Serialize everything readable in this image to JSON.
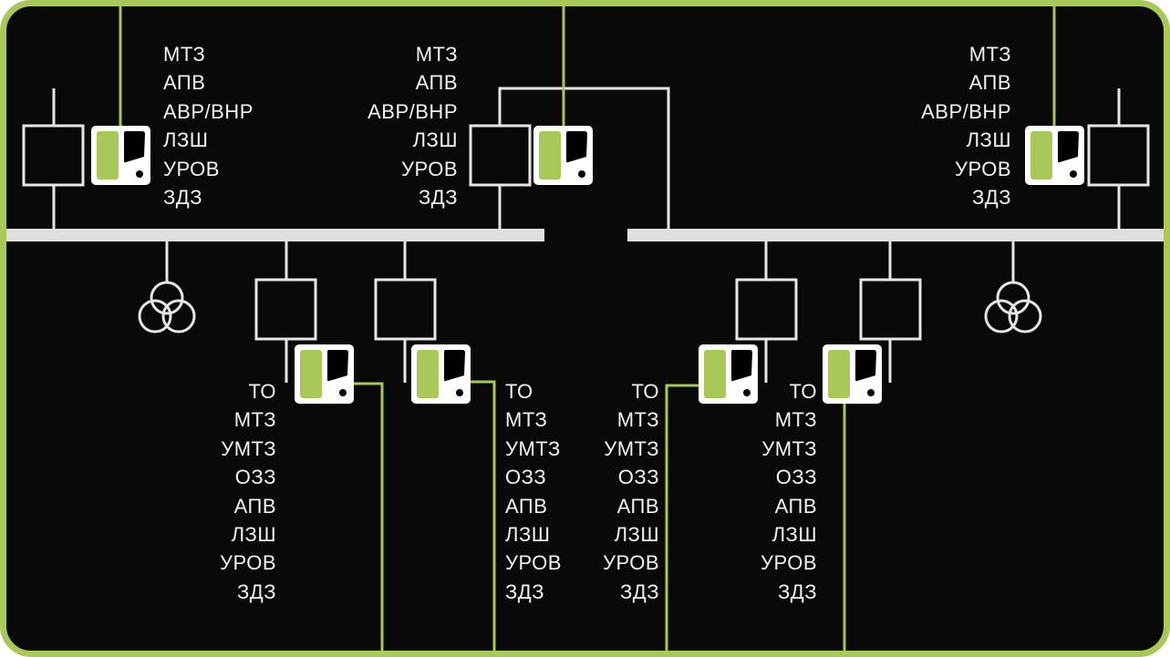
{
  "colors": {
    "frame": "#a8c957",
    "background": "#090909",
    "line": "#e6e6e6",
    "bus": "#dfdfdf",
    "device_body": "#ffffff",
    "device_accent": "#a8c957",
    "device_screen": "#000000",
    "signal_wire": "#a8c957"
  },
  "top_devices": [
    {
      "id": "input-1",
      "functions": [
        "МТЗ",
        "АПВ",
        "АВР/ВНР",
        "ЛЗШ",
        "УРОВ",
        "ЗДЗ"
      ]
    },
    {
      "id": "sectional",
      "functions": [
        "МТЗ",
        "АПВ",
        "АВР/ВНР",
        "ЛЗШ",
        "УРОВ",
        "ЗДЗ"
      ]
    },
    {
      "id": "input-2",
      "functions": [
        "МТЗ",
        "АПВ",
        "АВР/ВНР",
        "ЛЗШ",
        "УРОВ",
        "ЗДЗ"
      ]
    }
  ],
  "feeder_devices": [
    {
      "id": "feeder-1",
      "functions": [
        "ТО",
        "МТЗ",
        "УМТЗ",
        "ОЗЗ",
        "АПВ",
        "ЛЗШ",
        "УРОВ",
        "ЗДЗ"
      ]
    },
    {
      "id": "feeder-2",
      "functions": [
        "ТО",
        "МТЗ",
        "УМТЗ",
        "ОЗЗ",
        "АПВ",
        "ЛЗШ",
        "УРОВ",
        "ЗДЗ"
      ]
    },
    {
      "id": "feeder-3",
      "functions": [
        "ТО",
        "МТЗ",
        "УМТЗ",
        "ОЗЗ",
        "АПВ",
        "ЛЗШ",
        "УРОВ",
        "ЗДЗ"
      ]
    },
    {
      "id": "feeder-4",
      "functions": [
        "ТО",
        "МТЗ",
        "УМТЗ",
        "ОЗЗ",
        "АПВ",
        "ЛЗШ",
        "УРОВ",
        "ЗДЗ"
      ]
    }
  ],
  "symbols": {
    "bus_sections": 2,
    "transformers": 2,
    "breakers": 7,
    "relay_devices": 7
  }
}
